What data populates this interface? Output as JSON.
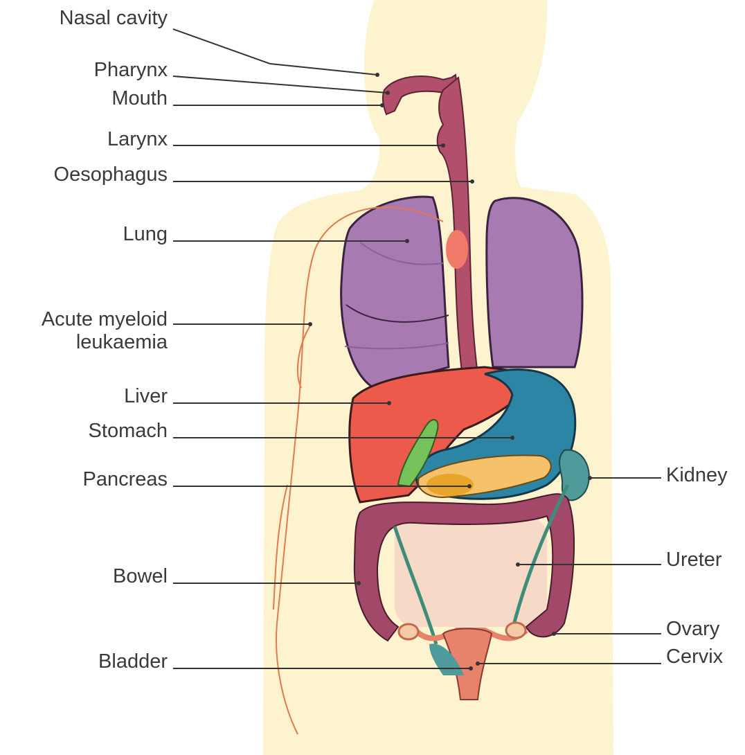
{
  "labels": {
    "nasal_cavity": "Nasal cavity",
    "pharynx": "Pharynx",
    "mouth": "Mouth",
    "larynx": "Larynx",
    "oesophagus": "Oesophagus",
    "lung": "Lung",
    "aml_line1": "Acute myeloid",
    "aml_line2": "leukaemia",
    "liver": "Liver",
    "stomach": "Stomach",
    "pancreas": "Pancreas",
    "bowel": "Bowel",
    "bladder": "Bladder",
    "kidney": "Kidney",
    "ureter": "Ureter",
    "ovary": "Ovary",
    "cervix": "Cervix"
  },
  "colors": {
    "body": "#fdf3cf",
    "lung": "#a77bb2",
    "lung_dark": "#8d5e9c",
    "tract": "#b24f6b",
    "liver": "#ec5a4c",
    "stomach": "#2d85a5",
    "pancreas": "#f5c26b",
    "gallbladder": "#76c25a",
    "kidney": "#4f9a9a",
    "bowel": "#a24868",
    "uterus": "#e8836b",
    "blood": "#e2794f",
    "line": "#333333"
  }
}
